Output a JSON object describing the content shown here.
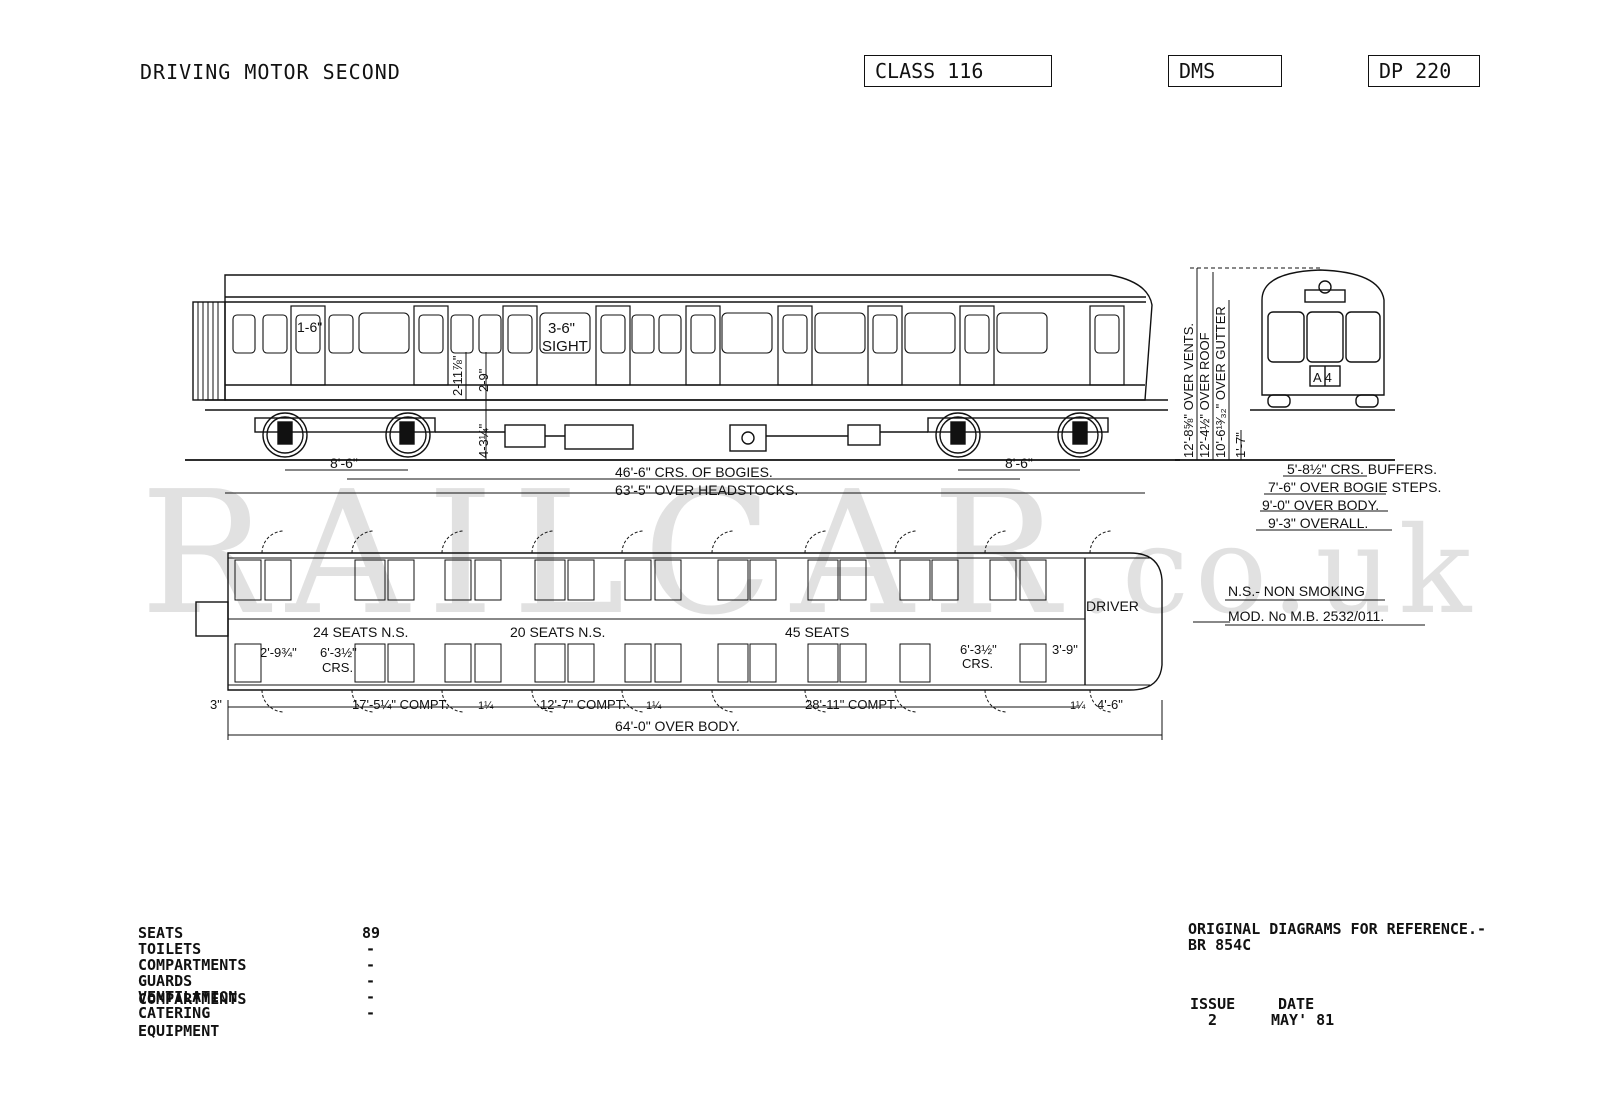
{
  "header": {
    "title": "DRIVING MOTOR SECOND",
    "class_box": "CLASS 116",
    "type_box": "DMS",
    "diagram_box": "DP 220"
  },
  "watermark": {
    "main": "RAILCAR",
    "suffix": ".co.uk"
  },
  "side_view": {
    "window_width": "1-6\"",
    "sight_label": "3-6\"",
    "sight_word": "SIGHT",
    "dim_window_height": "2-11⅞\"",
    "dim_window_sill": "2-9\"",
    "dim_step": "4-3¼\"",
    "bogie_wheelbase_left": "8'-6\"",
    "bogie_wheelbase_right": "8'-6\"",
    "bogie_centres": "46'-6\" CRS. OF BOGIES.",
    "over_headstocks": "63'-5\" OVER HEADSTOCKS."
  },
  "end_view": {
    "over_vents": "12'-8⅝\" OVER VENTS.",
    "over_roof": "12'-4½\" OVER ROOF",
    "over_gutter": "10'-6¹³⁄₃₂\" OVER GUTTER",
    "rail_height": "1'-7\"",
    "headcode": "A 4",
    "crs_buffers": "5'-8½\" CRS. BUFFERS.",
    "over_bogie_steps": "7'-6\" OVER BOGIE STEPS.",
    "over_body": "9'-0\" OVER BODY.",
    "overall": "9'-3\" OVERALL."
  },
  "plan_view": {
    "seats_1": "24 SEATS  N.S.",
    "seats_2": "20 SEATS  N.S.",
    "seats_3": "45 SEATS",
    "driver": "DRIVER",
    "dim_end_width": "2'-9¾\"",
    "crs_left": "6'-3½\"",
    "crs_left_word": "CRS.",
    "crs_right": "6'-3½\"",
    "crs_right_word": "CRS.",
    "dim_cab_right": "3'-9\"",
    "dim_end_gap": "3\"",
    "compt_1": "17'-5¼\" COMPT.",
    "partition_1": "1¼",
    "compt_2": "12'-7\" COMPT.",
    "partition_2": "1¼",
    "compt_3": "28'-11\" COMPT.",
    "partition_3": "1¼",
    "dim_cab": "4'-6\"",
    "over_body": "64'-0\" OVER BODY."
  },
  "notes": {
    "ns": "N.S.- NON SMOKING",
    "mod": "MOD. No   M.B. 2532/011."
  },
  "stats": [
    {
      "label": "SEATS",
      "value": "89"
    },
    {
      "label": "TOILETS",
      "value": "-"
    },
    {
      "label": "COMPARTMENTS",
      "value": "-"
    },
    {
      "label": "GUARDS COMPARTMENTS",
      "value": "-"
    },
    {
      "label": "VENTILATION",
      "value": "-"
    },
    {
      "label": "CATERING EQUIPMENT",
      "value": "-"
    }
  ],
  "footer": {
    "reference_title": "ORIGINAL DIAGRAMS FOR REFERENCE.-",
    "reference_code": "BR 854C",
    "issue_label": "ISSUE",
    "issue_value": "2",
    "date_label": "DATE",
    "date_value": "MAY' 81"
  }
}
